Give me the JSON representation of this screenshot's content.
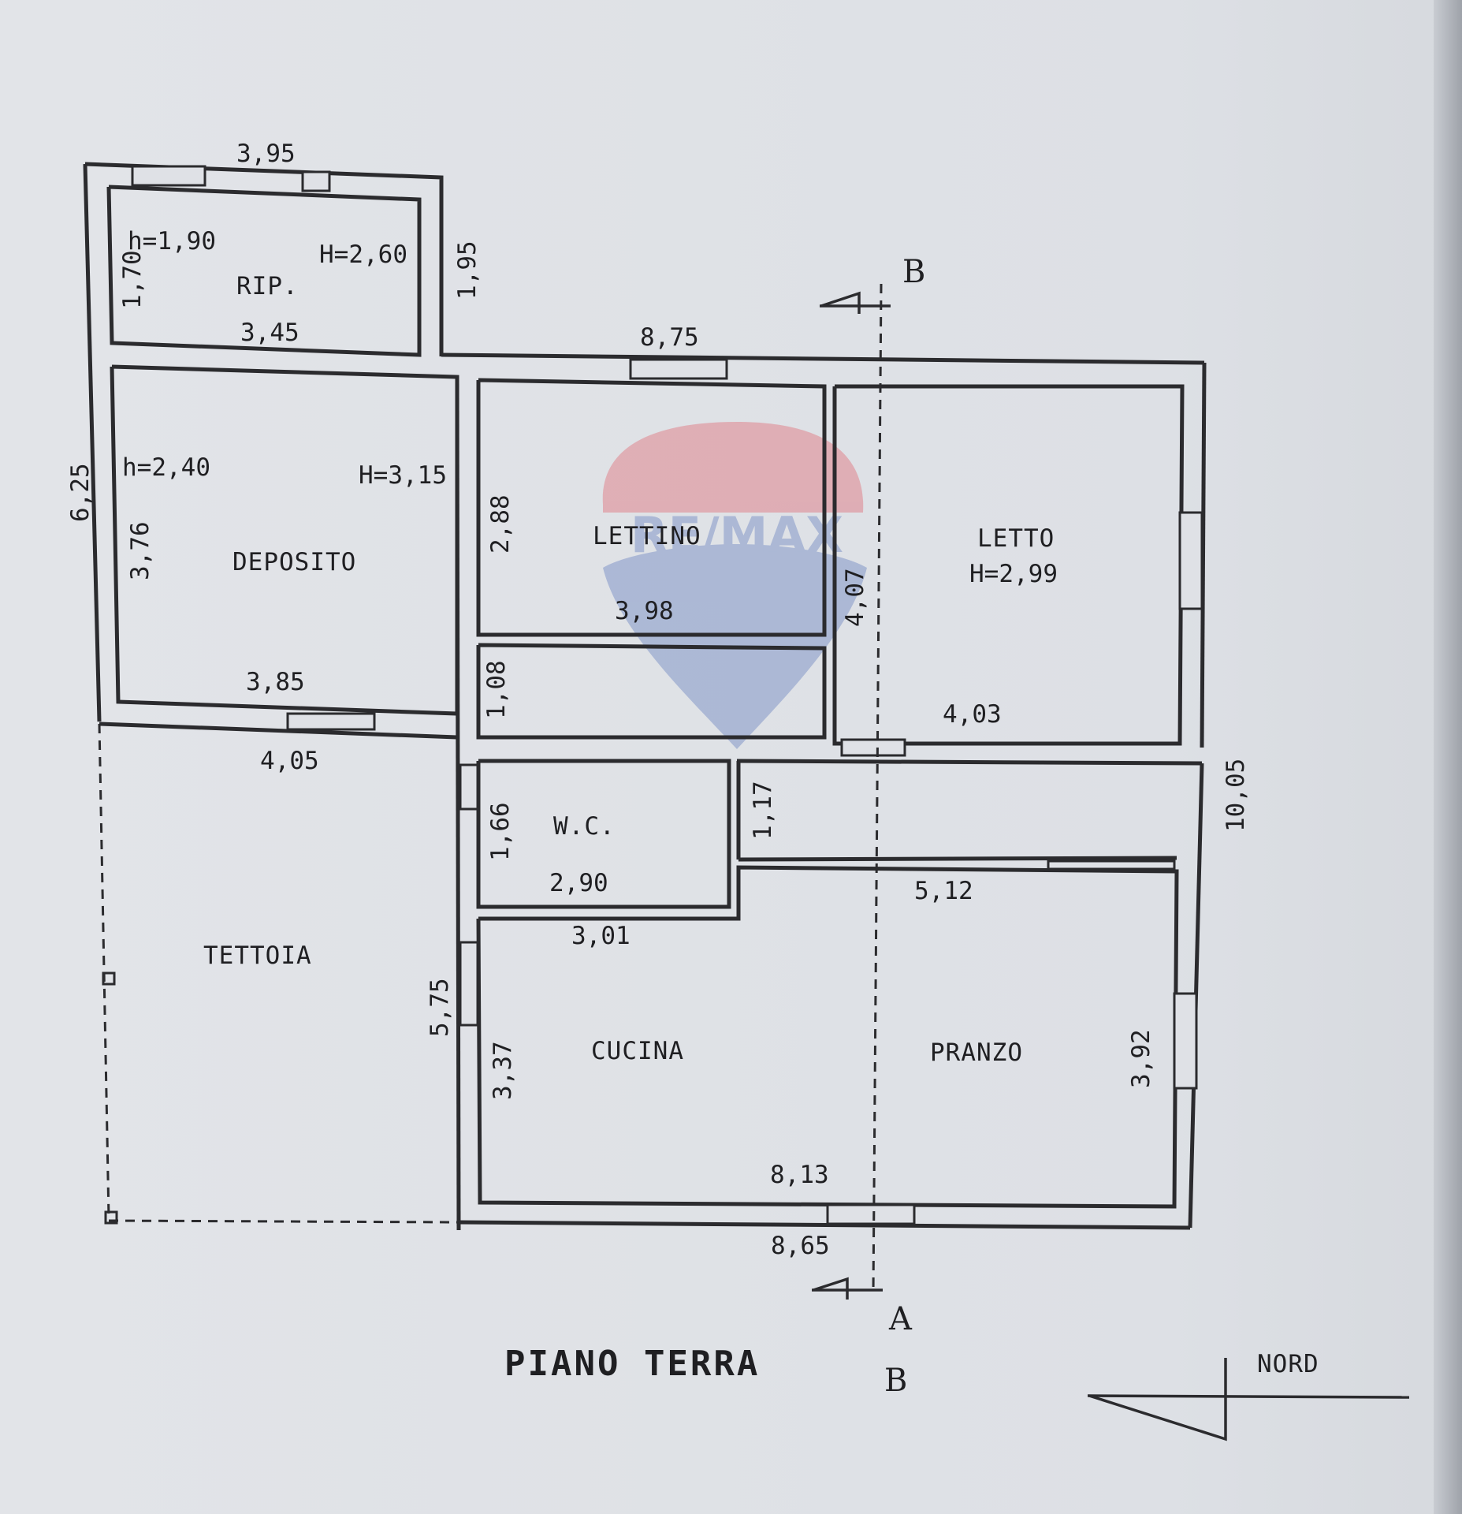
{
  "plan": {
    "title": "PIANO TERRA",
    "north_label": "NORD",
    "section_labels": {
      "top": "B",
      "bottom_a": "A",
      "bottom_b": "B"
    },
    "watermark": "RE/MAX",
    "rooms": [
      {
        "name": "RIP.",
        "height_low": "h=1,90",
        "height_high": "H=2,60"
      },
      {
        "name": "DEPOSITO",
        "height_low": "h=2,40",
        "height_high": "H=3,15"
      },
      {
        "name": "LETTINO"
      },
      {
        "name": "LETTO",
        "height": "H=2,99"
      },
      {
        "name": "W.C."
      },
      {
        "name": "TETTOIA"
      },
      {
        "name": "CUCINA"
      },
      {
        "name": "PRANZO"
      }
    ],
    "dimensions": {
      "rip_top": "3,95",
      "rip_inner_w": "3,45",
      "rip_inner_h": "1,70",
      "rip_side": "1,95",
      "top_total": "8,75",
      "left_total": "6,25",
      "deposito_h": "3,76",
      "deposito_w": "3,85",
      "tettoia_w": "4,05",
      "lettino_h": "2,88",
      "lettino_w": "3,98",
      "closet_h": "1,08",
      "letto_h": "4,07",
      "letto_w": "4,03",
      "right_total": "10,05",
      "hall_h": "1,17",
      "wc_h": "1,66",
      "wc_w": "2,90",
      "wc_bottom": "3,01",
      "pranzo_w": "5,12",
      "left_wing": "5,75",
      "cucina_h": "3,37",
      "pranzo_h": "3,92",
      "cucina_pranzo_w": "8,13",
      "bottom_total": "8,65"
    }
  }
}
